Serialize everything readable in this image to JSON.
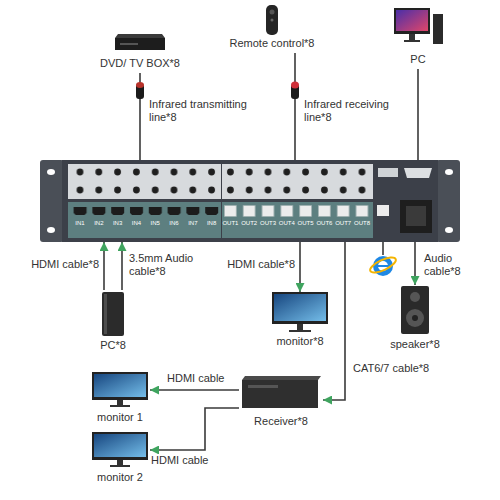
{
  "diagram": {
    "nodes": [
      {
        "text": [
          "IN1",
          "IN2",
          "IN3",
          "IN4",
          "IN5",
          "IN6",
          "IN7",
          "IN8",
          "OUT1",
          "OUT2",
          "OUT3",
          "OUT4",
          "OUT5",
          "OUT6",
          "OUT7",
          "OUT8"
        ]
      },
      {
        "text": [
          "DVD/ TV BOX*8"
        ]
      },
      {
        "text": [
          "Remote control*8"
        ]
      },
      {
        "text": [
          "PC"
        ]
      },
      {
        "text": [
          "PC*8"
        ]
      },
      {
        "text": [
          "monitor*8"
        ]
      },
      {
        "text": [
          "speaker*8"
        ]
      },
      {
        "text": [
          "Receiver*8"
        ]
      },
      {
        "text": [
          "monitor 1"
        ]
      },
      {
        "text": [
          "monitor 2"
        ]
      }
    ],
    "edges": [
      {
        "from": 0,
        "to": 1,
        "arrow": "none",
        "label": "Infrared transmitting line*8"
      },
      {
        "from": 0,
        "to": 2,
        "arrow": "none",
        "label": "Infrared receiving line*8"
      },
      {
        "from": 3,
        "to": 0,
        "arrow": "none"
      },
      {
        "from": 4,
        "to": 0,
        "arrow": "to",
        "label": "HDMI cable*8"
      },
      {
        "from": 4,
        "to": 0,
        "arrow": "to",
        "label": "3.5mm Audio cable*8"
      },
      {
        "from": 0,
        "to": 5,
        "arrow": "to",
        "label": "HDMI cable*8"
      },
      {
        "from": 0,
        "to": 6,
        "arrow": "to",
        "label": "Audio cable*8"
      },
      {
        "from": 0,
        "to": 7,
        "arrow": "to",
        "label": "CAT6/7 cable*8"
      },
      {
        "from": 7,
        "to": 8,
        "arrow": "to",
        "label": "HDMI cable"
      },
      {
        "from": 7,
        "to": 9,
        "arrow": "to",
        "label": "HDMI cable"
      }
    ]
  }
}
